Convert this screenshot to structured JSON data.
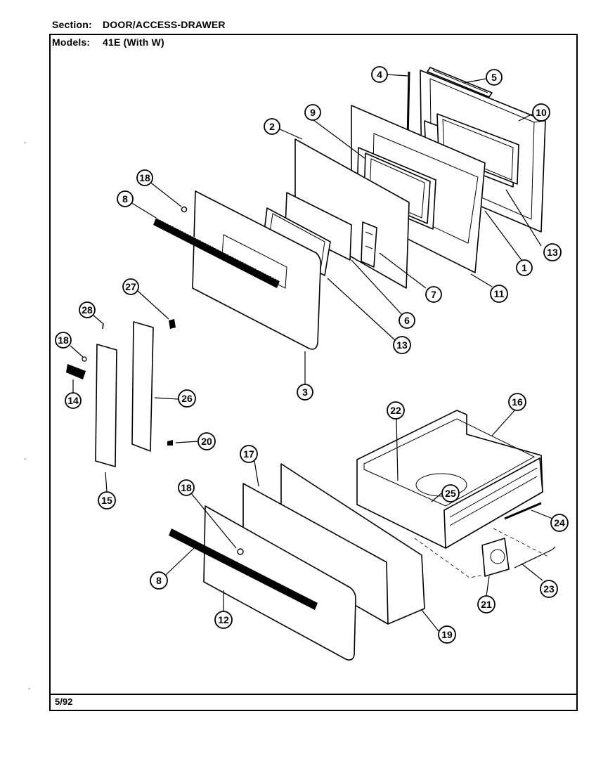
{
  "header": {
    "section_label": "Section:",
    "section_value": "DOOR/ACCESS-DRAWER",
    "models_label": "Models:",
    "models_value": "41E (With W)"
  },
  "footer": {
    "date": "5/92"
  },
  "callouts": [
    "1",
    "2",
    "3",
    "4",
    "5",
    "6",
    "7",
    "8",
    "9",
    "10",
    "11",
    "12",
    "13",
    "14",
    "15",
    "16",
    "17",
    "18",
    "19",
    "20",
    "21",
    "22",
    "23",
    "24",
    "25",
    "26",
    "27",
    "28"
  ],
  "stray_marks": [
    "-",
    "-",
    "-"
  ]
}
